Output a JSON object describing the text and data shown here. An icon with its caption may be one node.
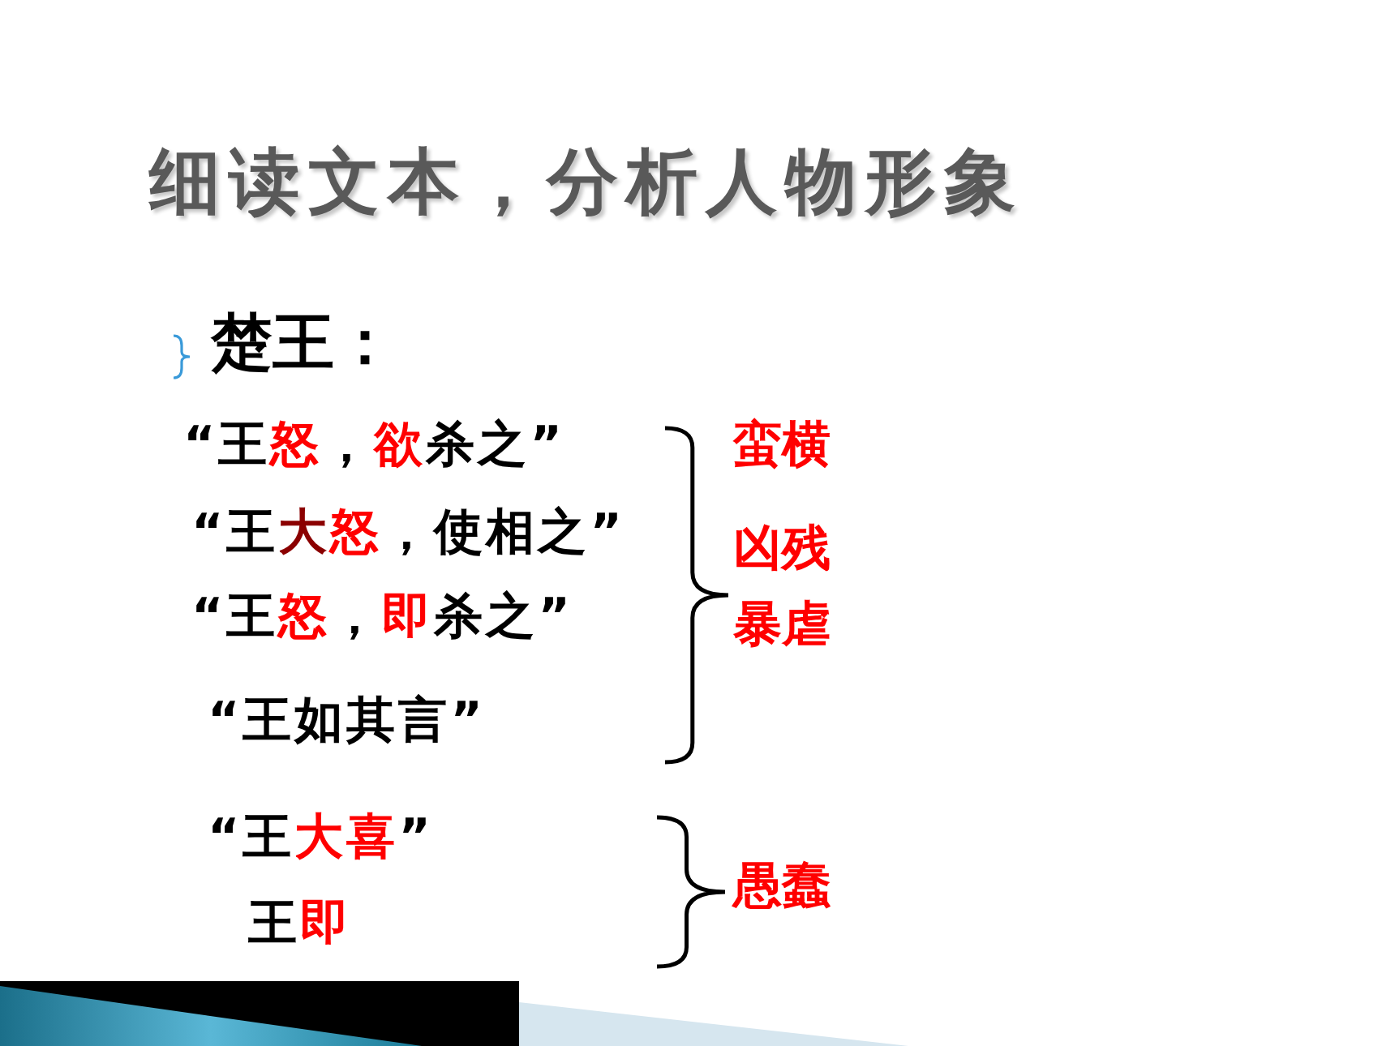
{
  "diagram": {
    "title": "细读文本，分析人物形象",
    "labels": [
      "楚王：",
      "“王怒，欲杀之”",
      "蛮横",
      "“王大怒，使相之”",
      "凶残",
      "“王怒，即杀之”",
      "暴虐",
      "“王如其言”",
      "“王大喜”",
      "愚蠢",
      "王即"
    ]
  }
}
